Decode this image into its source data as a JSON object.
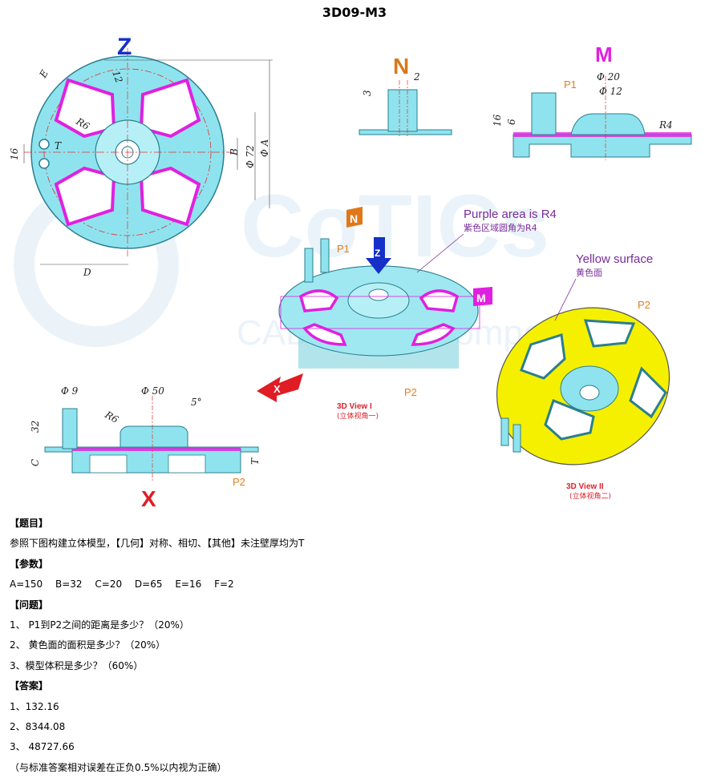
{
  "title": "3D09-M3",
  "views": {
    "z": "Z",
    "n": "N",
    "m": "M",
    "x": "X"
  },
  "dims": {
    "e": "E",
    "d12": "12",
    "r6": "R6",
    "d16": "16",
    "t": "T",
    "b": "B",
    "phi72": "Φ 72",
    "phiA": "Φ A",
    "d": "D",
    "n3": "3",
    "n2": "2",
    "phi20": "Φ 20",
    "phi12": "Φ 12",
    "m16": "16",
    "m6": "6",
    "r4": "R4",
    "phi9": "Φ 9",
    "phi50": "Φ 50",
    "x5deg": "5°",
    "xr6": "R6",
    "x32": "32",
    "c": "C",
    "xt": "T"
  },
  "callouts": {
    "purple_en": "Purple area is R4",
    "purple_cn": "紫色区域圆角为R4",
    "yellow_en": "Yellow surface",
    "yellow_cn": "黄色面",
    "p1": "P1",
    "p2": "P2",
    "view1": "3D View I",
    "view1_cn": "(立体视角一)",
    "view2": "3D View II",
    "view2_cn": "(立体视角二)"
  },
  "watermark": {
    "big": "CoTICs",
    "small": "CAD Digital Competition"
  },
  "problem": {
    "h_topic": "【题目】",
    "topic": "参照下图构建立体模型，【几何】对称、相切、【其他】未注壁厚均为T",
    "h_params": "【参数】",
    "params": [
      "A=150",
      "B=32",
      "C=20",
      "D=65",
      "E=16",
      "F=2"
    ],
    "h_questions": "【问题】",
    "questions": [
      "1、 P1到P2之间的距离是多少？（20%）",
      "2、 黄色面的面积是多少？（20%）",
      "3、模型体积是多少？（60%）"
    ],
    "h_answers": "【答案】",
    "answers": [
      "1、132.16",
      "2、8344.08",
      "3、 48727.66"
    ],
    "note": "（与标准答案相对误差在正负0.5%以内视为正确）"
  },
  "colors": {
    "part": "#8fe3ee",
    "part_stroke": "#2b7f8f",
    "fillet": "#e020e0",
    "yellow": "#f5f000",
    "orange": "#e07a1a",
    "red": "#e01c24",
    "blue": "#1530c8"
  }
}
